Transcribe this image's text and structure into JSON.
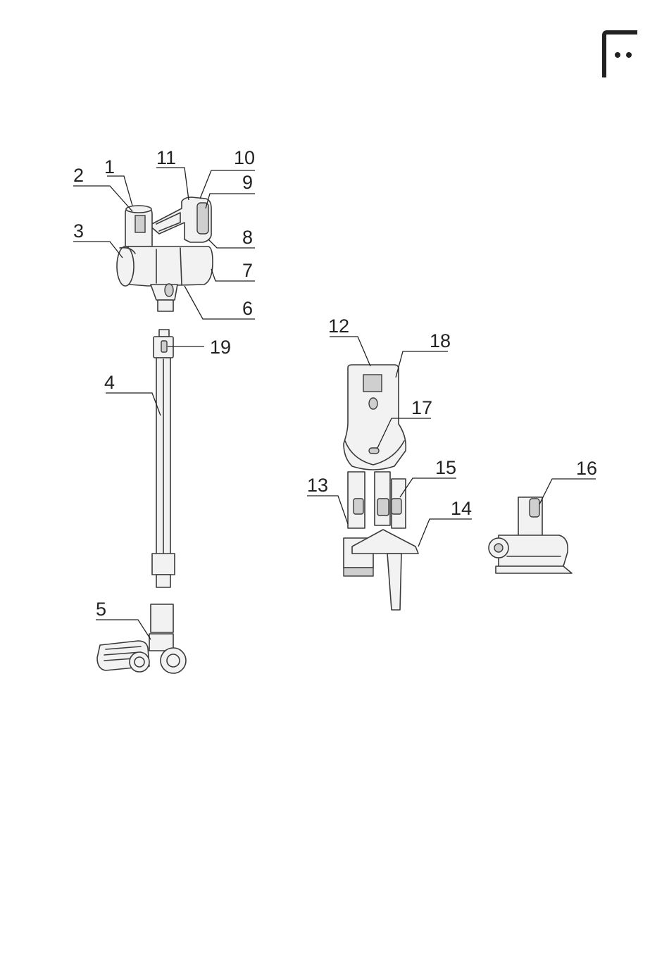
{
  "brand": {
    "mark_icon": "bracket-dots-logo",
    "color": "#222222"
  },
  "callouts": {
    "c1": "1",
    "c2": "2",
    "c3": "3",
    "c4": "4",
    "c5": "5",
    "c6": "6",
    "c7": "7",
    "c8": "8",
    "c9": "9",
    "c10": "10",
    "c11": "11",
    "c12": "12",
    "c13": "13",
    "c14": "14",
    "c15": "15",
    "c16": "16",
    "c17": "17",
    "c18": "18",
    "c19": "19"
  }
}
